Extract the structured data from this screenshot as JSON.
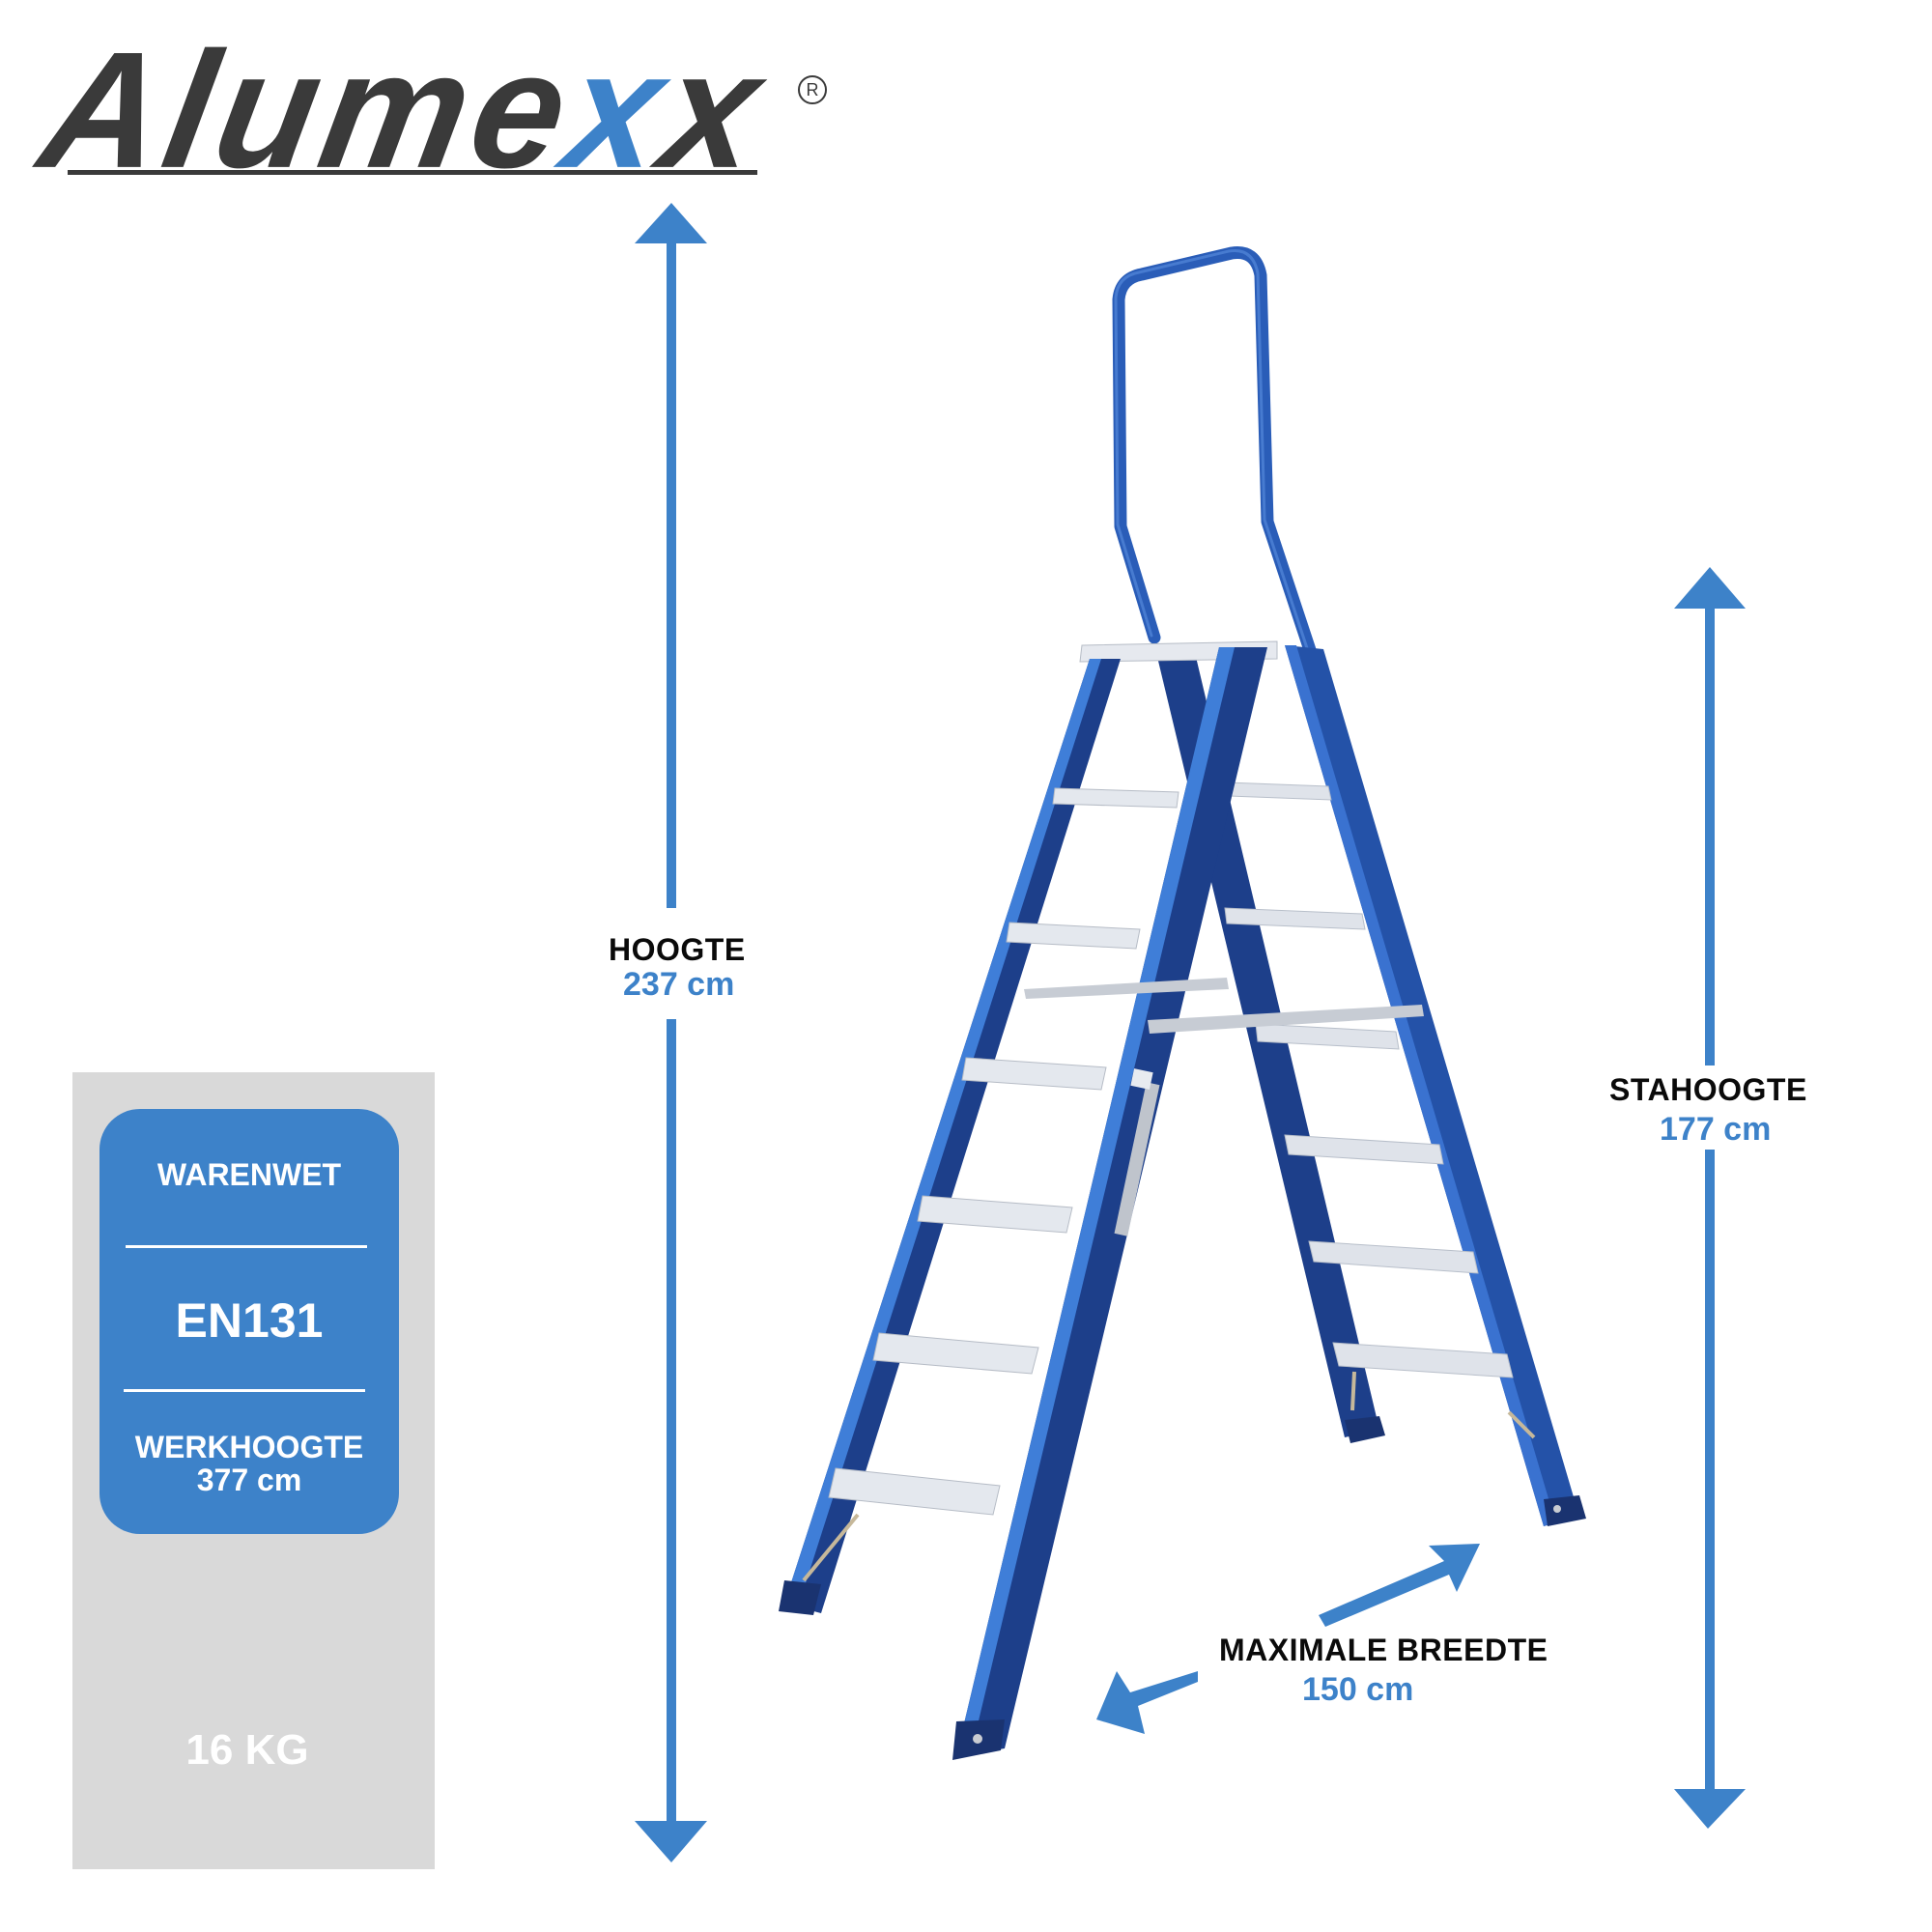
{
  "brand": {
    "name_main": "Alume",
    "name_accent": "x",
    "name_tail": "x",
    "registered_mark": "R",
    "colors": {
      "dark": "#3a3a3a",
      "accent": "#3d82c9"
    }
  },
  "dimensions": {
    "height": {
      "label": "HOOGTE",
      "value": "237 cm"
    },
    "standing_height": {
      "label": "STAHOOGTE",
      "value": "177 cm"
    },
    "max_width": {
      "label": "MAXIMALE BREEDTE",
      "value": "150 cm"
    }
  },
  "specs_panel": {
    "card": {
      "regulation": "WARENWET",
      "standard": "EN131",
      "working_height_label": "WERKHOOGTE",
      "working_height_value": "377 cm"
    },
    "weight": {
      "value": "16 KG",
      "icon": "weight-icon"
    }
  },
  "product": {
    "image": "double-sided-step-ladder-with-handrail",
    "color": "#2a5db8",
    "steps_per_side": 7
  },
  "colors": {
    "arrow_blue": "#3d82c9",
    "panel_grey": "#d9d9d9",
    "label_black": "#0a0a0a"
  }
}
